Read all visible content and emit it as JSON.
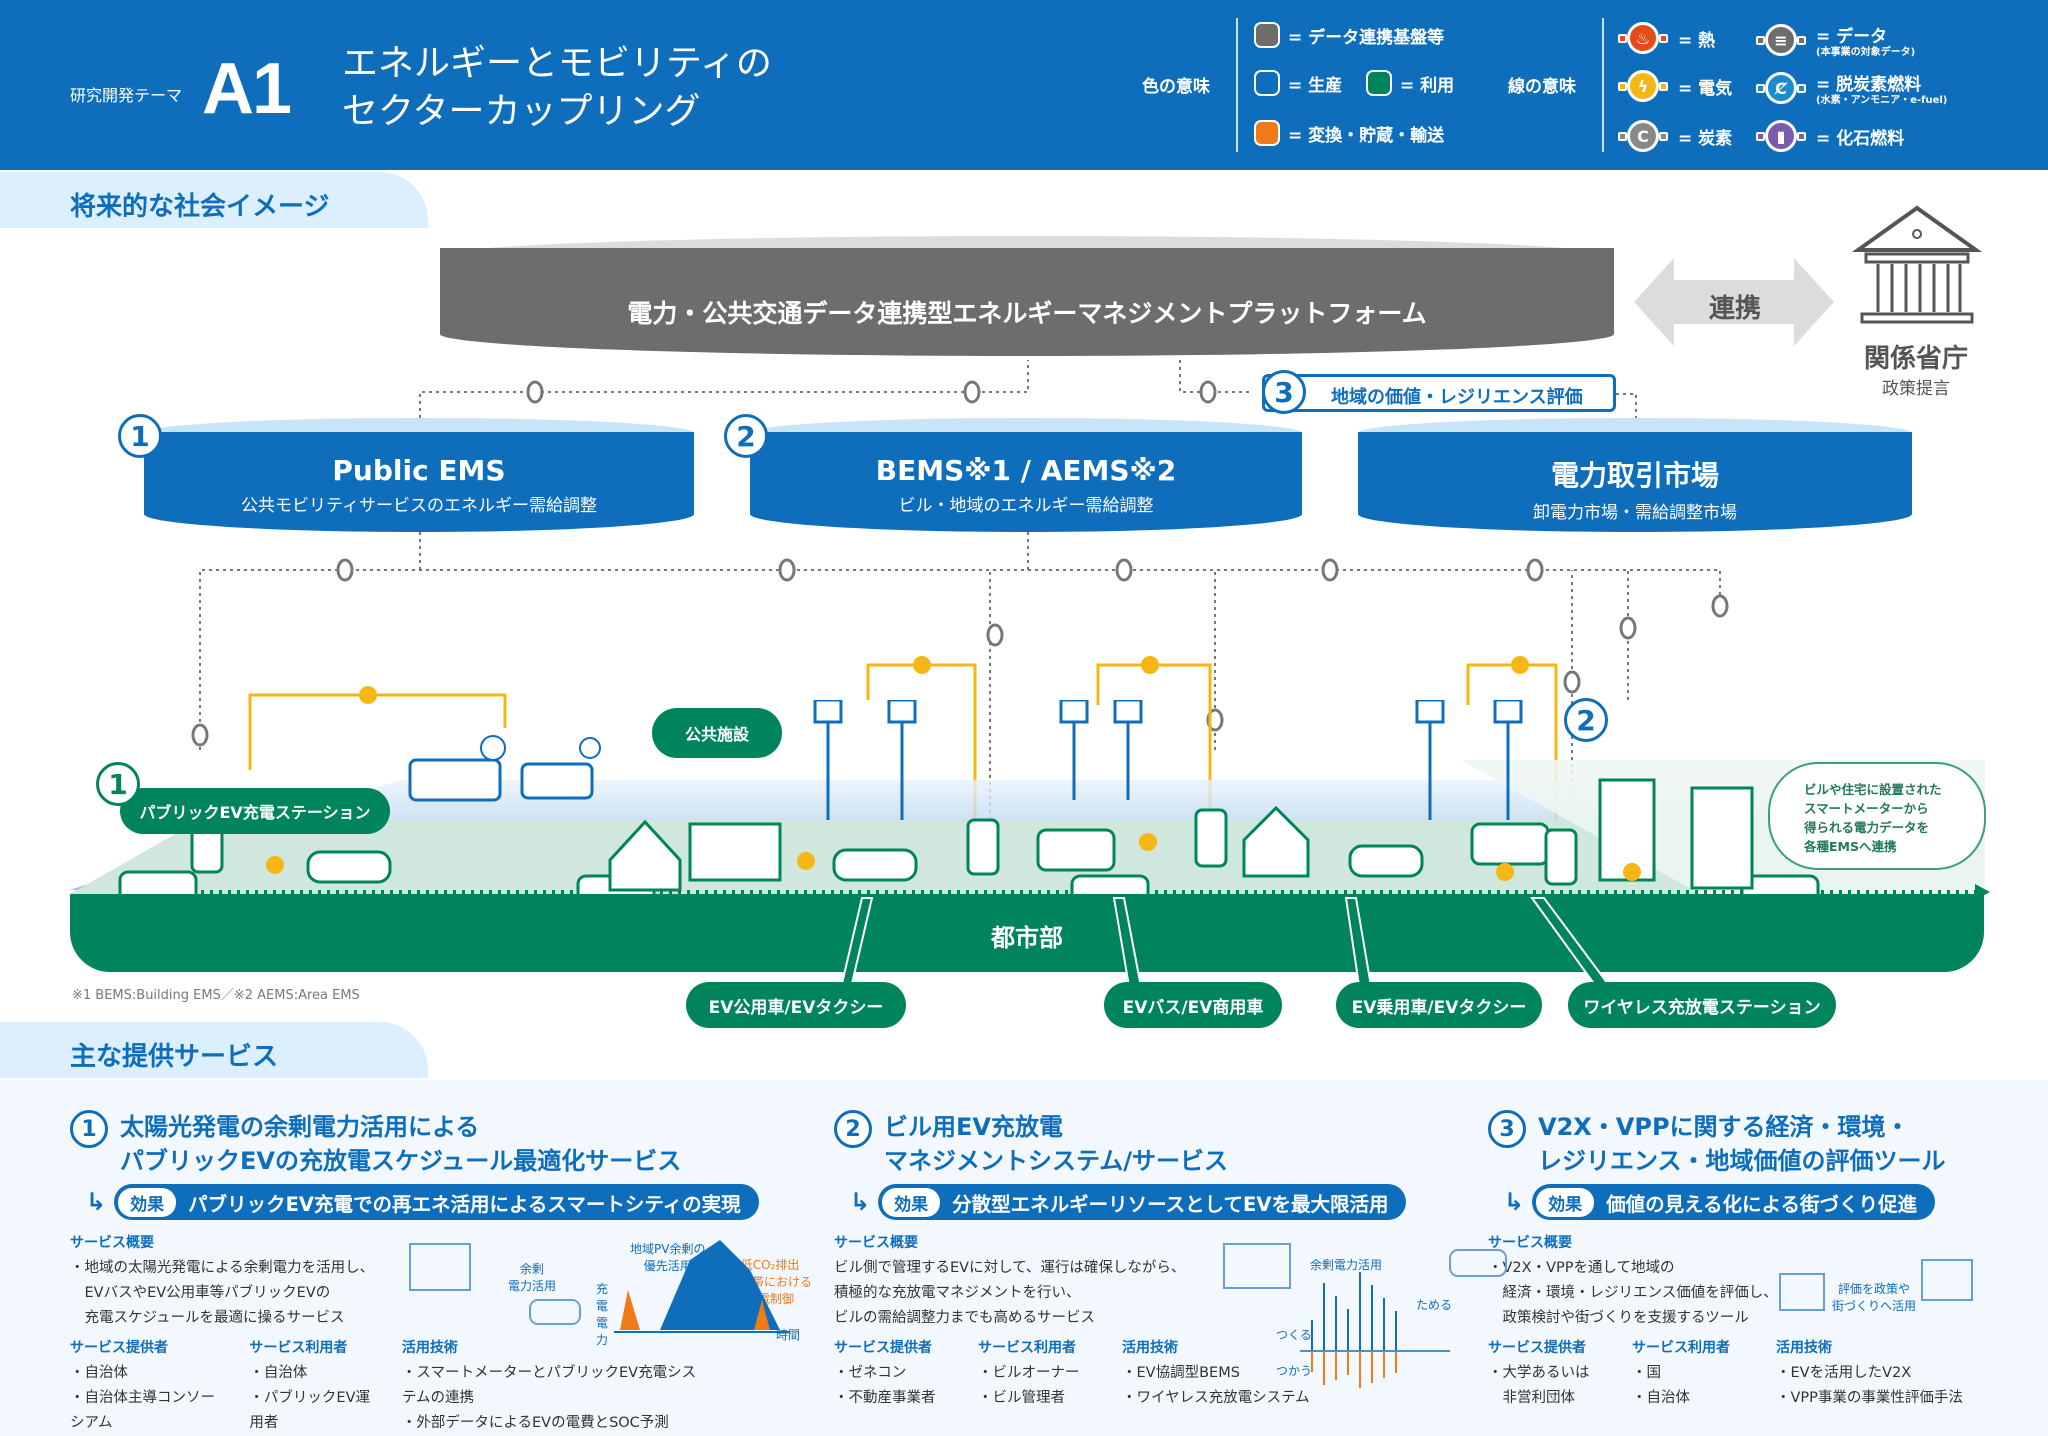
{
  "header": {
    "theme_label": "研究開発テーマ",
    "theme_code": "A1",
    "title_line1": "エネルギーとモビリティの",
    "title_line2": "セクターカップリング",
    "color_legend_label": "色の意味",
    "color_legend": [
      {
        "label": "= データ連携基盤等",
        "color": "#6d6d6d"
      },
      {
        "label": "= 生産",
        "color": "#0f6ebc"
      },
      {
        "label": "= 利用",
        "color": "#00845b"
      },
      {
        "label": "= 変換・貯蔵・輸送",
        "color": "#ee7a1a"
      }
    ],
    "line_legend_label": "線の意味",
    "line_legend": [
      {
        "label": "= 熱",
        "sub": "",
        "color": "#e64a19",
        "icon": "flame-icon",
        "glyph": "♨"
      },
      {
        "label": "= データ",
        "sub": "(本事業の対象データ)",
        "color": "#6d6d6d",
        "icon": "database-icon",
        "glyph": "≡"
      },
      {
        "label": "= 電気",
        "sub": "",
        "color": "#f6b716",
        "icon": "lightning-icon",
        "glyph": "ϟ"
      },
      {
        "label": "= 脱炭素燃料",
        "sub": "(水素・アンモニア・e-fuel)",
        "color": "#1a8bd0",
        "icon": "decarbonized-fuel-icon",
        "glyph": "Ȼ"
      },
      {
        "label": "= 炭素",
        "sub": "",
        "color": "#888888",
        "icon": "carbon-icon",
        "glyph": "C"
      },
      {
        "label": "= 化石燃料",
        "sub": "",
        "color": "#7a5bb0",
        "icon": "fuel-can-icon",
        "glyph": "▮"
      }
    ]
  },
  "future": {
    "section_title": "将来的な社会イメージ",
    "platform": "電力・公共交通データ連携型エネルギーマネジメントプラットフォーム",
    "link_label": "連携",
    "ministry_name": "関係省庁",
    "ministry_sub": "政策提言",
    "eval_number": "3",
    "eval_label": "地域の価値・レジリエンス評価",
    "ems": [
      {
        "number": "1",
        "title": "Public EMS",
        "sub": "公共モビリティサービスのエネルギー需給調整"
      },
      {
        "number": "2",
        "title": "BEMS※1 / AEMS※2",
        "sub": "ビル・地域のエネルギー需給調整"
      },
      {
        "number": "",
        "title": "電力取引市場",
        "sub": "卸電力市場・需給調整市場"
      }
    ],
    "scene": {
      "station_number": "1",
      "station_label": "パブリックEV充電ステーション",
      "public_facility": "公共施設",
      "area2_number": "2",
      "smart_meter_note": [
        "ビルや住宅に設置された",
        "スマートメーターから",
        "得られる電力データを",
        "各種EMSへ連携"
      ],
      "ground_label": "都市部",
      "tags": [
        "EV公用車/EVタクシー",
        "EVバス/EV商用車",
        "EV乗用車/EVタクシー",
        "ワイヤレス充放電ステーション"
      ]
    },
    "footnote": "※1 BEMS:Building EMS／※2 AEMS:Area EMS"
  },
  "services": {
    "section_title": "主な提供サービス",
    "effect_tag": "効果",
    "overview_label": "サービス概要",
    "provider_label": "サービス提供者",
    "user_label": "サービス利用者",
    "tech_label": "活用技術",
    "items": [
      {
        "number": "1",
        "title1": "太陽光発電の余剰電力活用による",
        "title2": "パブリックEVの充放電スケジュール最適化サービス",
        "effect": "パブリックEV充電での再エネ活用によるスマートシティの実現",
        "overview": [
          "・地域の太陽光発電による余剰電力を活用し、",
          "　EVバスやEV公用車等パブリックEVの",
          "　充電スケジュールを最適に操るサービス"
        ],
        "providers": [
          "・自治体",
          "・自治体主導コンソーシアム"
        ],
        "users": [
          "・自治体",
          "・パブリックEV運用者"
        ],
        "tech": [
          "・スマートメーターとパブリックEV充電システムの連携",
          "・外部データによるEVの電費とSOC予測"
        ],
        "figure": {
          "surplus": "余剰\n電力活用",
          "pv_priority": "地域PV余剰の\n優先活用",
          "low_co2": "低CO₂排出\n時間帯における\n充電制御",
          "y_axis": "充電電力",
          "x_axis": "時間"
        }
      },
      {
        "number": "2",
        "title1": "ビル用EV充放電",
        "title2": "マネジメントシステム/サービス",
        "effect": "分散型エネルギーリソースとしてEVを最大限活用",
        "overview": [
          "ビル側で管理するEVに対して、運行は確保しながら、",
          "積極的な充放電マネジメントを行い、",
          "ビルの需給調整力までも高めるサービス"
        ],
        "providers": [
          "・ゼネコン",
          "・不動産事業者"
        ],
        "users": [
          "・ビルオーナー",
          "・ビル管理者"
        ],
        "tech": [
          "・EV協調型BEMS",
          "・ワイヤレス充放電システム"
        ],
        "figure": {
          "surplus": "余剰電力活用",
          "make": "つくる",
          "use": "つかう",
          "store": "ためる"
        }
      },
      {
        "number": "3",
        "title1": "V2X・VPPに関する経済・環境・",
        "title2": "レジリエンス・地域価値の評価ツール",
        "effect": "価値の見える化による街づくり促進",
        "overview": [
          "・V2X・VPPを通して地域の",
          "　経済・環境・レジリエンス価値を評価し、",
          "　政策検討や街づくりを支援するツール"
        ],
        "providers": [
          "・大学あるいは",
          "　非営利団体"
        ],
        "users": [
          "・国",
          "・自治体"
        ],
        "tech": [
          "・EVを活用したV2X",
          "・VPP事業の事業性評価手法"
        ],
        "figure": {
          "cycle": "評価を政策や\n街づくりへ活用"
        }
      }
    ]
  }
}
